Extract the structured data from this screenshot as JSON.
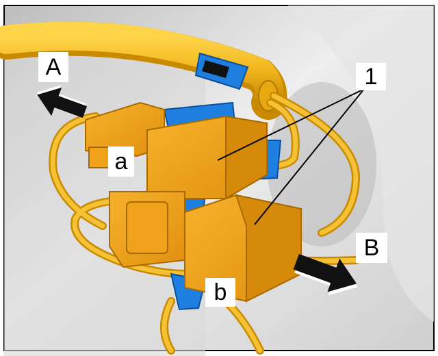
{
  "labels": {
    "arrow_a": "A",
    "arrow_b": "B",
    "connector_a": "a",
    "connector_b": "b",
    "callout_1": "1"
  },
  "colors": {
    "harness": "#f2b820",
    "connector_housing": "#f0a21a",
    "clip": "#1e7fe0",
    "arrow": "#111111",
    "background": "#c8c8c8"
  }
}
